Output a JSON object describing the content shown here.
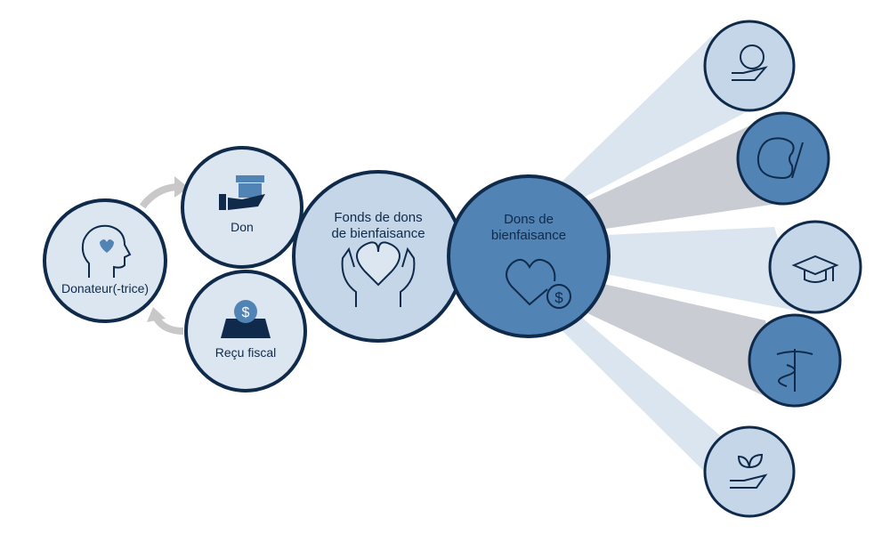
{
  "nodes": {
    "donor": "Donateur(-trice)",
    "gift": "Don",
    "receipt": "Reçu fiscal",
    "fund": "Fonds de dons de bienfaisance",
    "grants": "Dons de bienfaisance"
  },
  "causes": [
    "globe-in-hand-icon",
    "palette-icon",
    "graduation-cap-icon",
    "caduceus-icon",
    "plant-in-hand-icon"
  ],
  "colors": {
    "navy": "#0f2a4a",
    "light": "#dce6f0",
    "medium": "#c5d6e8",
    "blue": "#5283b5",
    "beam_light": "#dbe5ef",
    "beam_gray": "#c9cdd3",
    "arrow": "#c8c8c8"
  }
}
